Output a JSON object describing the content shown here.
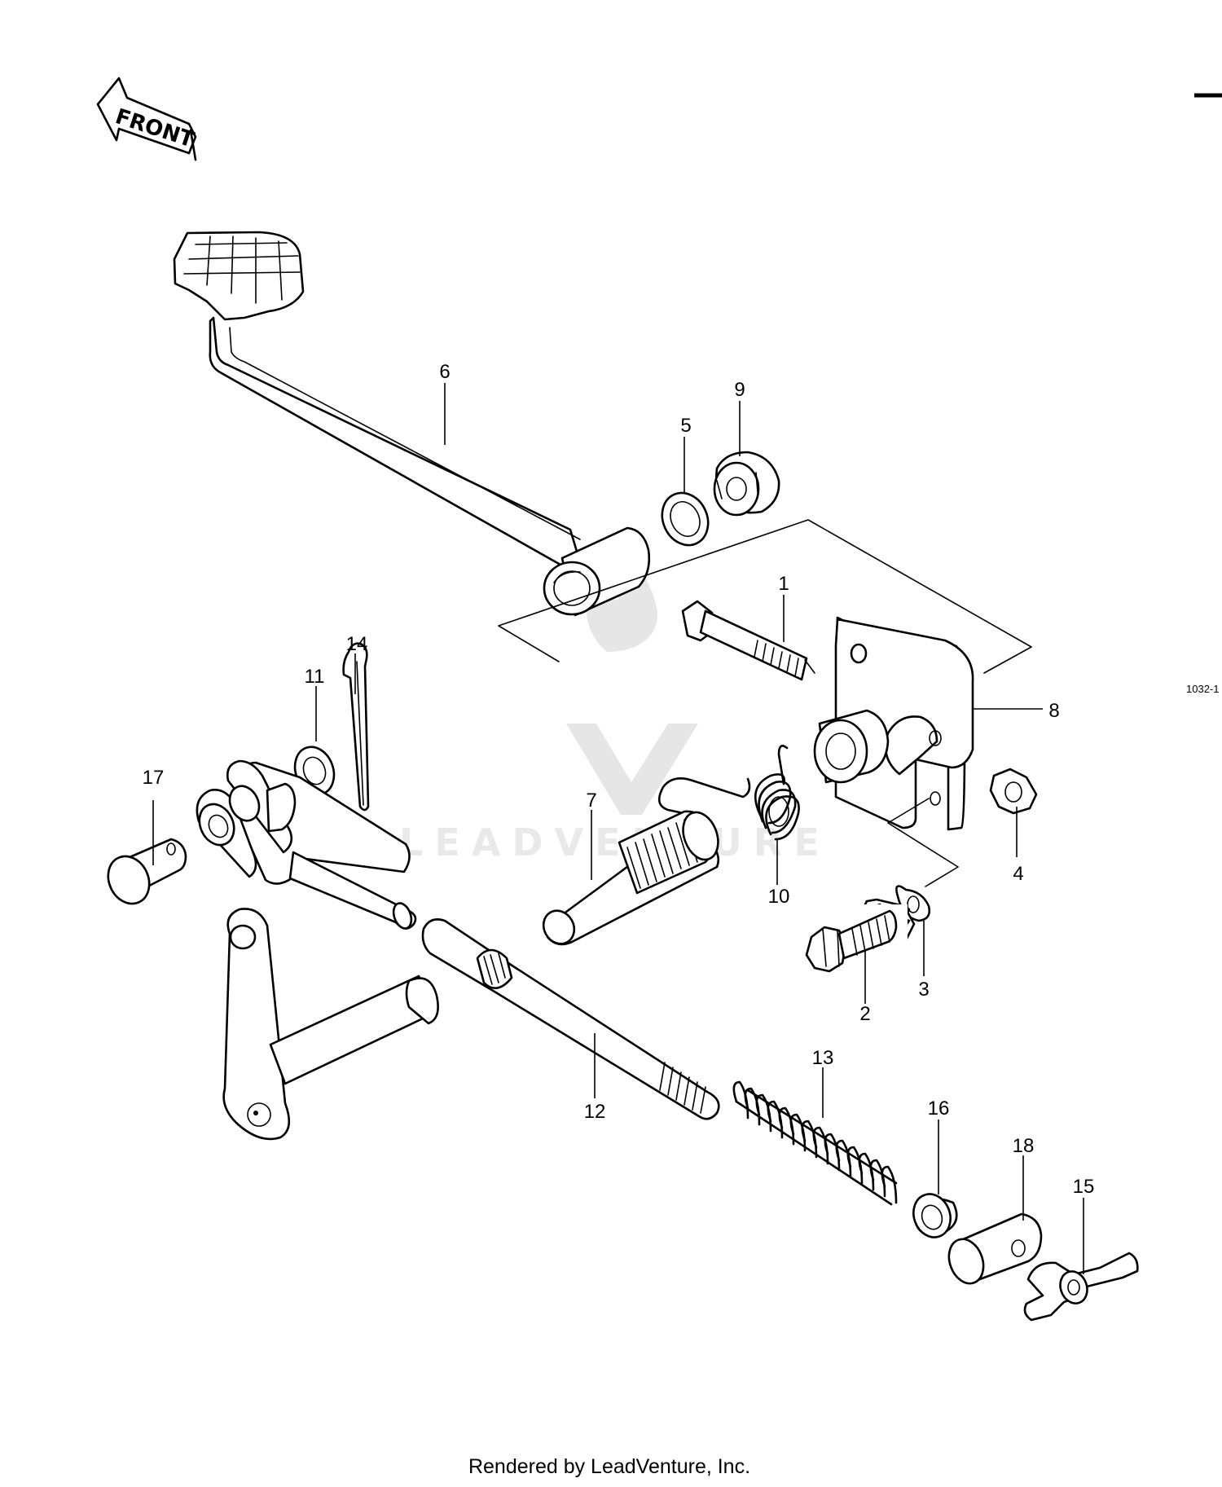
{
  "front_label": "FRONT",
  "diagram_code": "1032-1",
  "footer": "Rendered by LeadVenture, Inc.",
  "watermark": "LEADVENTURE",
  "callouts": {
    "c1": "1",
    "c2": "2",
    "c3": "3",
    "c4": "4",
    "c5": "5",
    "c6": "6",
    "c7": "7",
    "c8": "8",
    "c9": "9",
    "c10": "10",
    "c11": "11",
    "c12": "12",
    "c13": "13",
    "c14": "14",
    "c15": "15",
    "c16": "16",
    "c17": "17",
    "c18": "18"
  }
}
